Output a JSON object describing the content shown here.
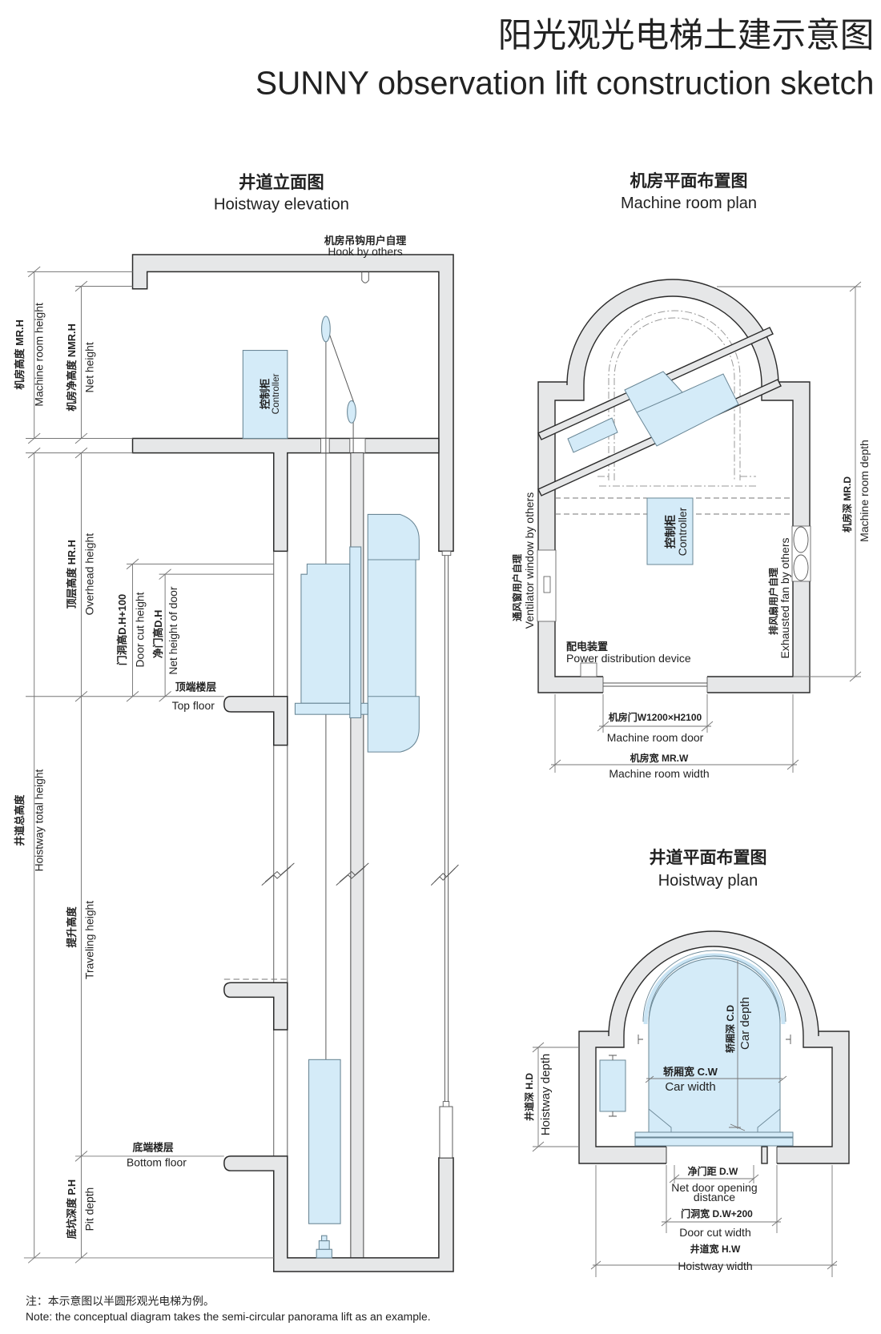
{
  "header": {
    "title_cn": "阳光观光电梯土建示意图",
    "title_en": "SUNNY observation lift construction sketch"
  },
  "elevation": {
    "title_cn": "井道立面图",
    "title_en": "Hoistway elevation",
    "hook_cn": "机房吊钩用户自理",
    "hook_en": "Hook by others",
    "controller_cn": "控制柜",
    "controller_en": "Controller",
    "mrh_cn": "机房高度 MR.H",
    "mrh_en": "Machine room height",
    "nmrh_cn": "机房净高度 NMR.H",
    "nmrh_en": "Net height",
    "hrh_cn": "顶层高度 HR.H",
    "hrh_en": "Overhead height",
    "doorcut_cn": "门洞高D.H+100",
    "doorcut_en": "Door cut height",
    "netdoor_cn": "净门高D.H",
    "netdoor_en": "Net height of door",
    "top_floor_cn": "顶端楼层",
    "top_floor_en": "Top floor",
    "total_cn": "井道总高度",
    "total_en": "Hoistway total height",
    "travel_cn": "提升高度",
    "travel_en": "Traveling height",
    "bottom_floor_cn": "底端楼层",
    "bottom_floor_en": "Bottom floor",
    "pit_cn": "底坑深度 P.H",
    "pit_en": "Pit depth"
  },
  "machine_room": {
    "title_cn": "机房平面布置图",
    "title_en": "Machine room plan",
    "controller_cn": "控制柜",
    "controller_en": "Controller",
    "vent_cn": "通风窗用户自理",
    "vent_en": "Ventilator window by others",
    "fan_cn": "排风扇用户自理",
    "fan_en": "Exhausted fan by others",
    "power_cn": "配电装置",
    "power_en": "Power distribution device",
    "mrd_cn": "机房深 MR.D",
    "mrd_en": "Machine room depth",
    "door_cn": "机房门W1200×H2100",
    "door_en": "Machine room door",
    "mrw_cn": "机房宽 MR.W",
    "mrw_en": "Machine room width"
  },
  "hoistway_plan": {
    "title_cn": "井道平面布置图",
    "title_en": "Hoistway plan",
    "cd_cn": "轿厢深 C.D",
    "cd_en": "Car depth",
    "cw_cn": "轿厢宽 C.W",
    "cw_en": "Car width",
    "hd_cn": "井道深 H.D",
    "hd_en": "Hoistway depth",
    "dw_cn": "净门距 D.W",
    "dw_en_1": "Net door opening",
    "dw_en_2": "distance",
    "dcw_cn": "门洞宽 D.W+200",
    "dcw_en": "Door cut width",
    "hw_cn": "井道宽 H.W",
    "hw_en": "Hoistway width"
  },
  "note": {
    "cn": "注：本示意图以半圆形观光电梯为例。",
    "en": "Note:  the conceptual diagram takes the semi-circular panorama lift as an example."
  }
}
